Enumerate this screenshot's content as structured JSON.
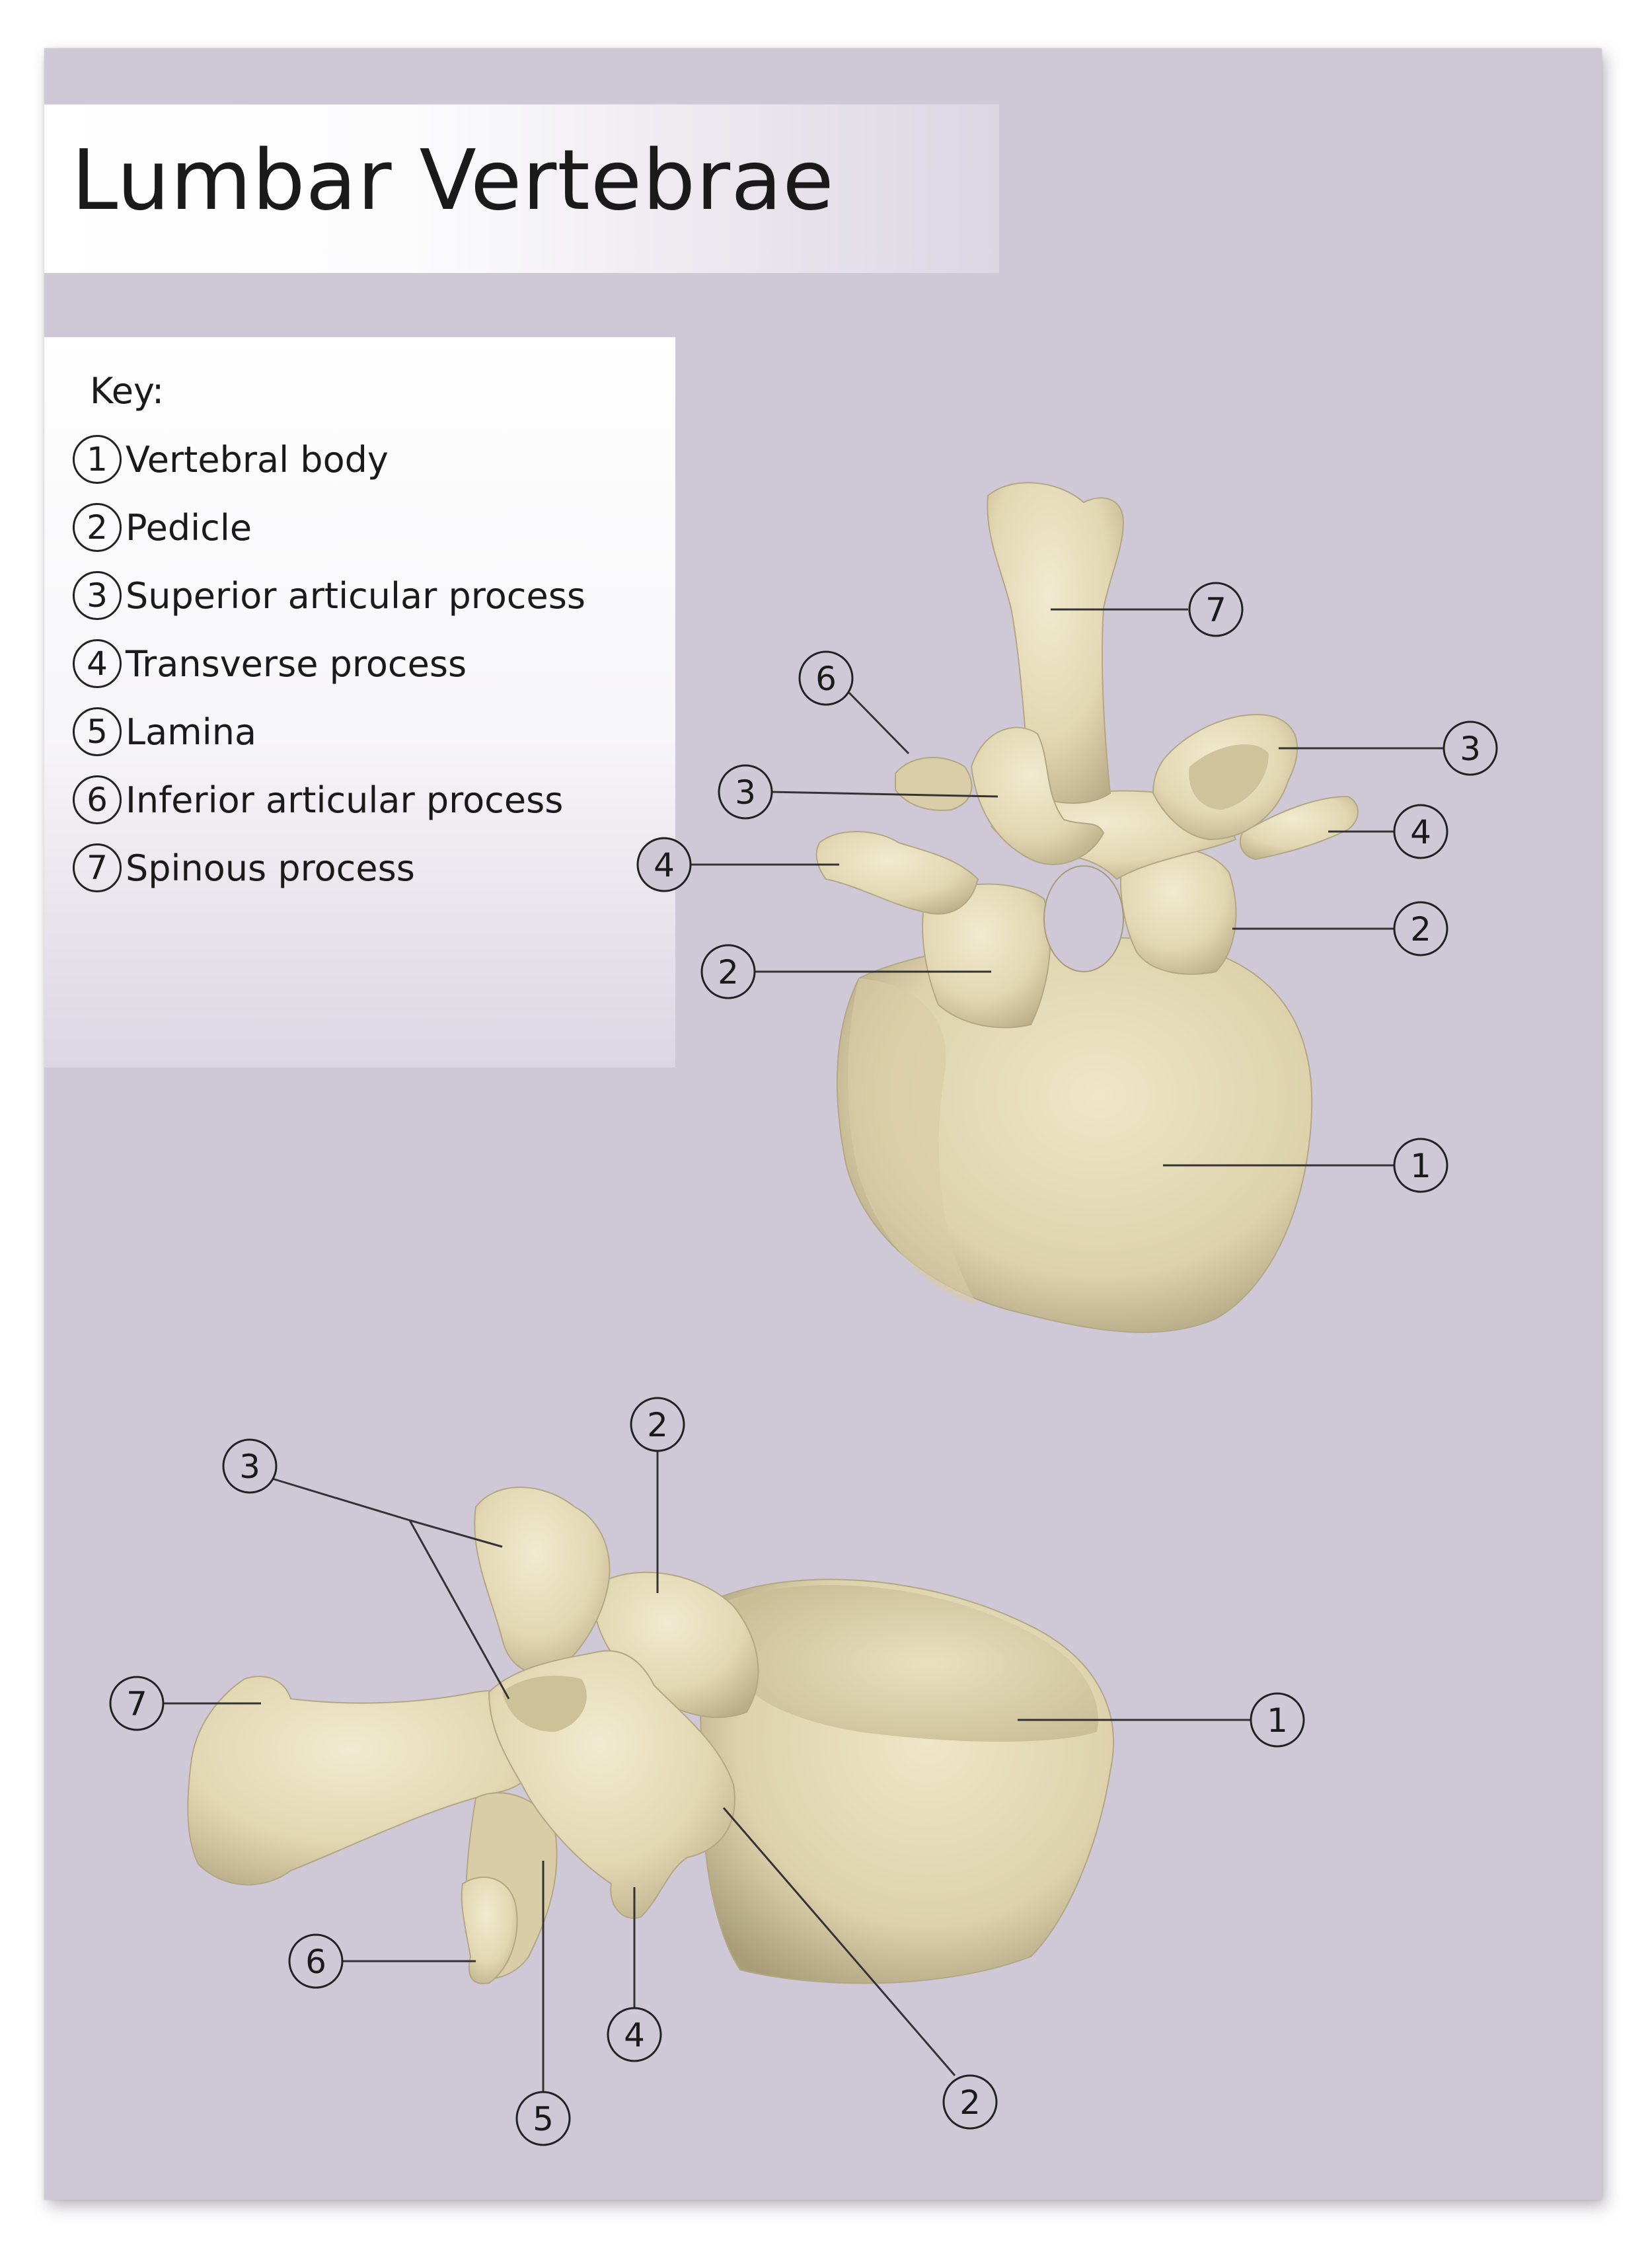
{
  "title": "Lumbar Vertebrae",
  "key": {
    "heading": "Key:",
    "items": [
      {
        "num": "1",
        "label": "Vertebral body"
      },
      {
        "num": "2",
        "label": "Pedicle"
      },
      {
        "num": "3",
        "label": "Superior articular process"
      },
      {
        "num": "4",
        "label": "Transverse process"
      },
      {
        "num": "5",
        "label": "Lamina"
      },
      {
        "num": "6",
        "label": "Inferior articular process"
      },
      {
        "num": "7",
        "label": "Spinous process"
      }
    ]
  },
  "callouts": {
    "top": [
      "7",
      "6",
      "3",
      "3",
      "4",
      "4",
      "2",
      "2",
      "1"
    ],
    "bottom": [
      "3",
      "2",
      "7",
      "1",
      "6",
      "4",
      "5",
      "2"
    ]
  },
  "colors": {
    "background": "#cfc8d7",
    "bone": "#e6dcb8",
    "line": "#333333"
  }
}
